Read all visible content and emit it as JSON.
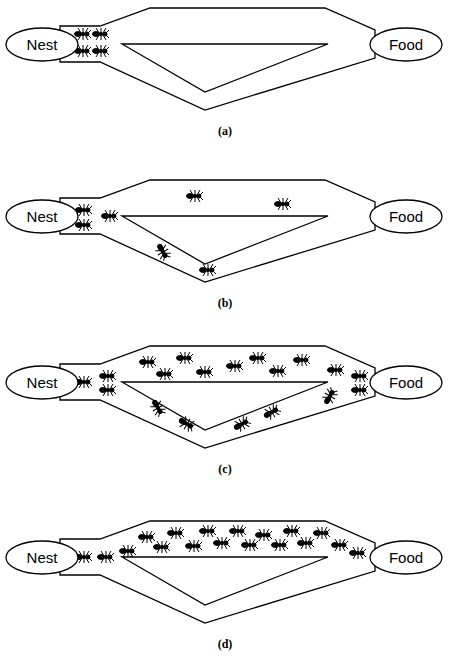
{
  "diagram": {
    "nodes": [
      {
        "text": [
          "Nest"
        ]
      },
      {
        "text": [
          "Food"
        ]
      },
      {
        "text": [
          "Nest"
        ]
      },
      {
        "text": [
          "Food"
        ]
      },
      {
        "text": [
          "Nest"
        ]
      },
      {
        "text": [
          "Food"
        ]
      },
      {
        "text": [
          "Nest"
        ]
      },
      {
        "text": [
          "Food"
        ]
      }
    ],
    "labels": [
      "(a)",
      "(b)",
      "(c)",
      "(d)"
    ]
  }
}
